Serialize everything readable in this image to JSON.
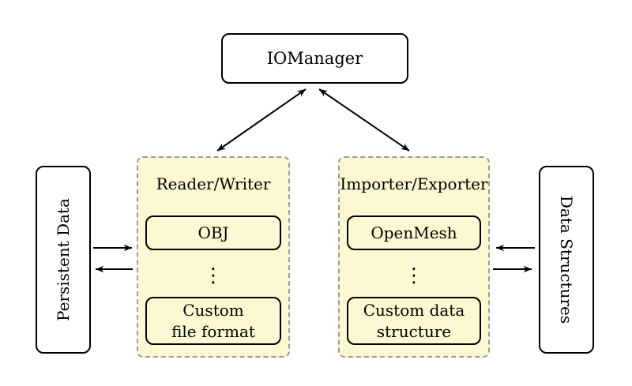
{
  "colors": {
    "background": "#ffffff",
    "ink": "#000000",
    "panel_fill": "#FBF8D2",
    "panel_border": "#9B9B9B"
  },
  "manager": {
    "label": "IOManager"
  },
  "persistent_data": {
    "label": "Persistent Data"
  },
  "data_structures": {
    "label": "Data Structures"
  },
  "reader_writer": {
    "title": "Reader/Writer",
    "top_item": "OBJ",
    "ellipsis": "⋮",
    "bottom_item": {
      "line1": "Custom",
      "line2": "file format"
    }
  },
  "importer_exporter": {
    "title": "Importer/Exporter",
    "top_item": "OpenMesh",
    "ellipsis": "⋮",
    "bottom_item": {
      "line1": "Custom data",
      "line2": "structure"
    }
  }
}
